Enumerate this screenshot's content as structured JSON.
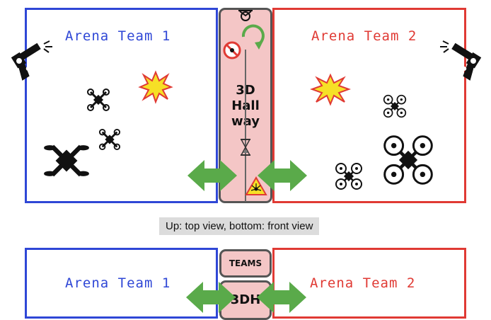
{
  "top": {
    "arena_left_title": "Arena Team 1",
    "arena_right_title": "Arena Team 2",
    "hallway_lines": [
      "3D",
      "Hall",
      "way"
    ]
  },
  "caption": "Up: top view, bottom: front view",
  "bottom": {
    "arena_left_title": "Arena Team 1",
    "arena_right_title": "Arena Team 2",
    "teams_label": "TEAMS",
    "hallway_abbrev": "3DH"
  },
  "colors": {
    "team1": "#2f47d6",
    "team2": "#e03a34",
    "hallway_fill": "#f4c6c6",
    "arrow": "#5aaa4a",
    "explosion": "#f6e026"
  },
  "icons": [
    "gun-icon",
    "drone-icon",
    "explosion-icon",
    "no-entry-icon",
    "hourglass-icon",
    "laser-warning-icon",
    "rotate-arrow-icon",
    "bidirectional-arrow-icon",
    "camera-icon"
  ]
}
